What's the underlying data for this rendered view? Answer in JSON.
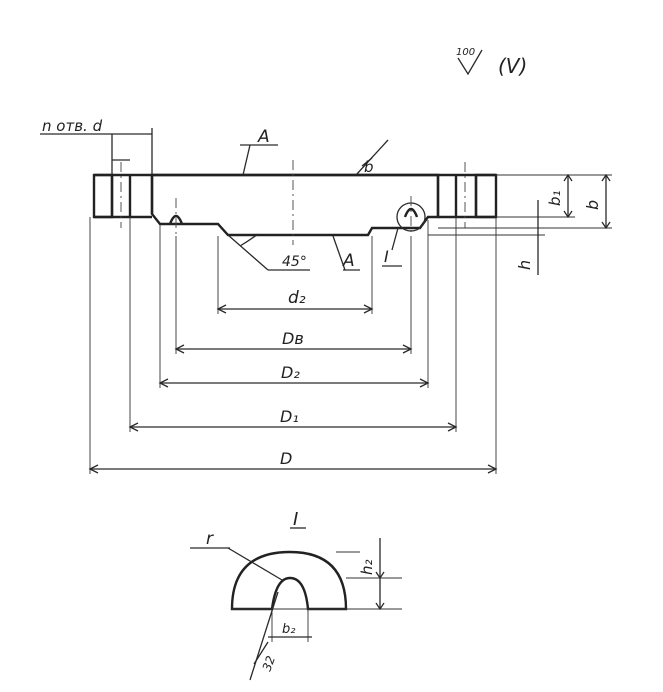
{
  "roughness": {
    "value": "100",
    "note": "(V)"
  },
  "labels": {
    "holes": "n отв. d",
    "section_a_top": "A",
    "section_a_bottom": "A",
    "rough_b": "b",
    "angle": "45°",
    "detail_ref": "I",
    "detail_title": "I",
    "radius": "r",
    "groove_angle": "32"
  },
  "dimensions": {
    "d2": "d₂",
    "Dv": "Dв",
    "D2": "D₂",
    "D1": "D₁",
    "D": "D",
    "b1": "b₁",
    "b": "b",
    "h": "h",
    "h2": "h₂",
    "b2": "b₂"
  },
  "colors": {
    "ink": "#222222",
    "paper": "#ffffff"
  }
}
